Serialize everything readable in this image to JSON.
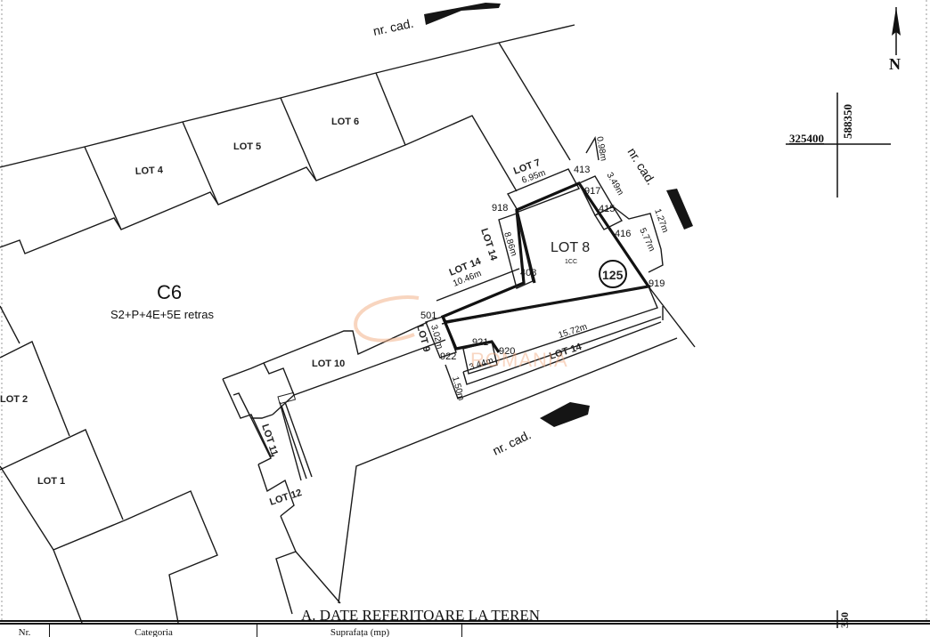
{
  "document": {
    "type": "cadastral-plan",
    "section_title": "A. DATE REFERITOARE LA TEREN"
  },
  "north_arrow": {
    "label": "N"
  },
  "grid_cross": {
    "x_coord": "325400",
    "y_coord": "588350",
    "bottom_tick": "350"
  },
  "roads": [
    {
      "id": "road-top",
      "label": "nr. cad."
    },
    {
      "id": "road-right",
      "label": "nr. cad."
    },
    {
      "id": "road-bottom",
      "label": "nr. cad."
    }
  ],
  "building": {
    "id": "C6",
    "description": "S2+P+4E+5E retras"
  },
  "lots": {
    "lot1": "LOT 1",
    "lot2": "LOT 2",
    "lot4": "LOT 4",
    "lot5": "LOT 5",
    "lot6": "LOT 6",
    "lot7": "LOT 7",
    "lot8": "LOT 8",
    "lot8_sub": "1CC",
    "lot9": "LOT 9",
    "lot10": "LOT 10",
    "lot11": "LOT 11",
    "lot12": "LOT 12",
    "lot14_a": "LOT 14",
    "lot14_b": "LOT 14",
    "lot14_c": "LOT 14"
  },
  "parcel_number": "125",
  "points": {
    "p413": "413",
    "p917": "917",
    "p415": "415",
    "p416": "416",
    "p918": "918",
    "p408": "408",
    "p919": "919",
    "p501": "501",
    "p921": "921",
    "p922": "922",
    "p920": "920"
  },
  "dimensions": {
    "d_lot7": "6.95m",
    "d_098": "0.98m",
    "d_349": "3.49m",
    "d_127": "1.27m",
    "d_577": "5.77m",
    "d_886": "8.86m",
    "d_1046": "10.46m",
    "d_302": "3.02m",
    "d_1572": "15.72m",
    "d_344": "3.44m",
    "d_150": "1.50m"
  },
  "watermark": {
    "text": "ROMANIA",
    "color": "#f0a57a"
  },
  "table_headers": {
    "nr": "Nr.",
    "categoria": "Categoria",
    "suprafata": "Suprafața (mp)",
    "mentiuni": ""
  }
}
